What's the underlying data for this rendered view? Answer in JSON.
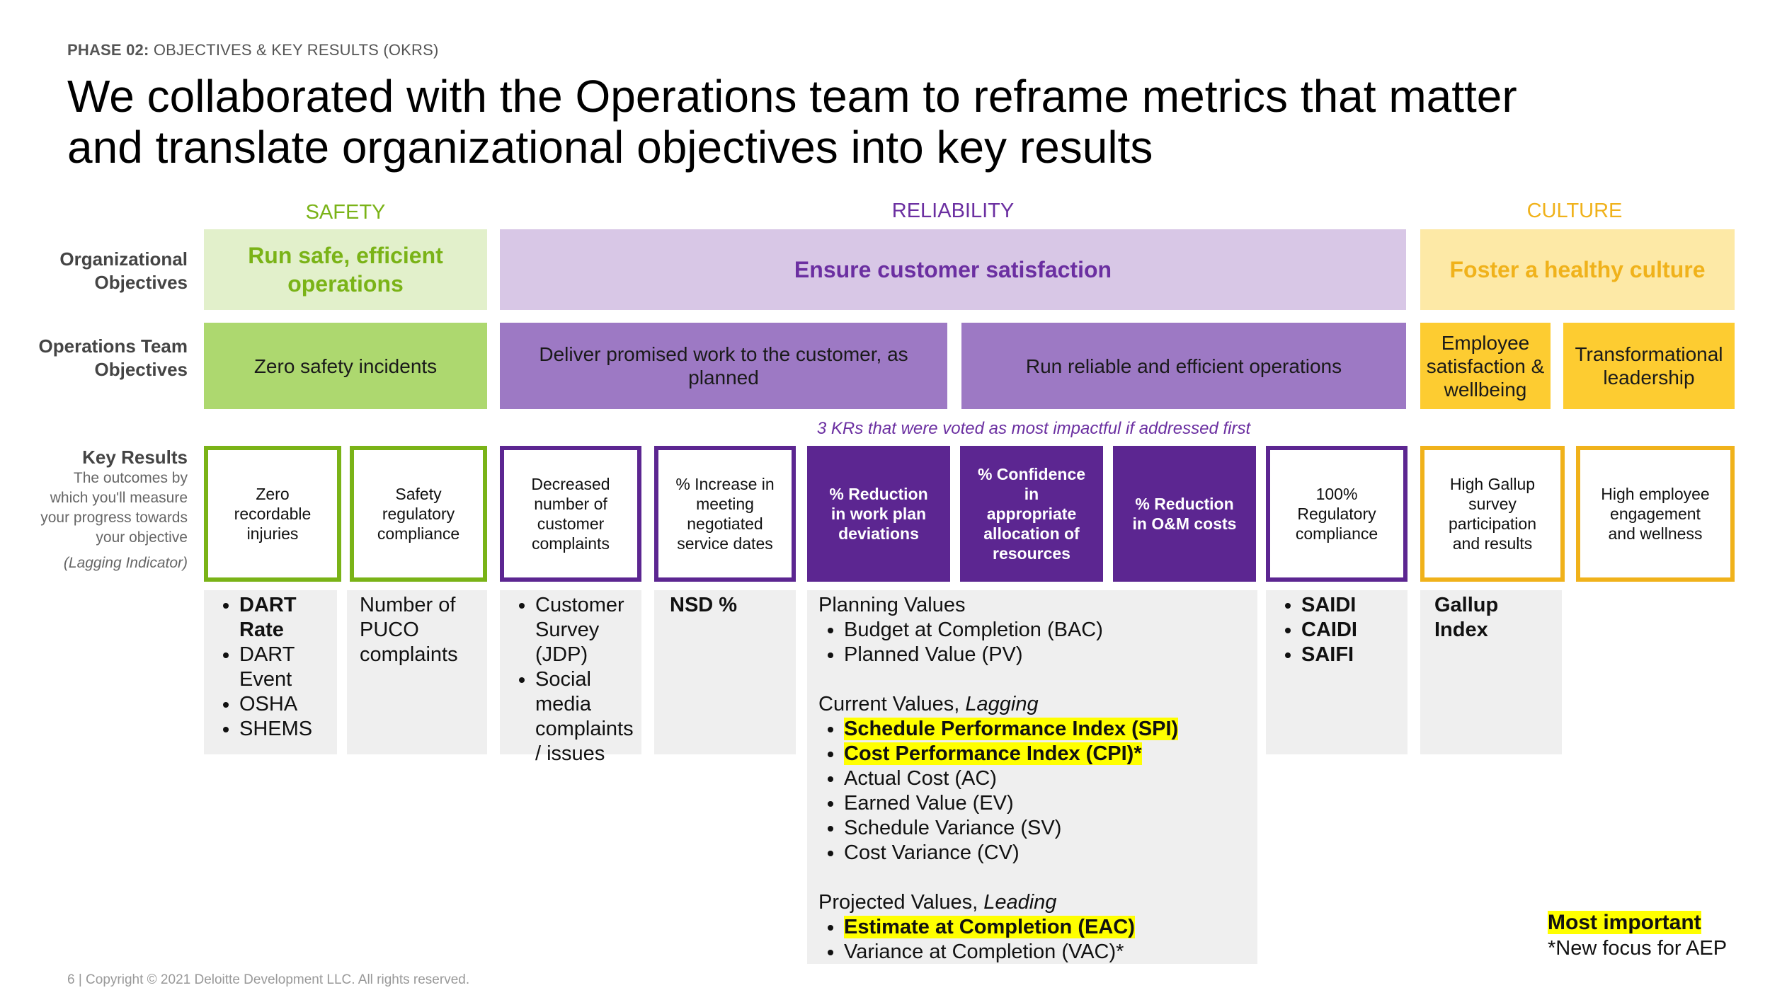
{
  "header": {
    "phase_label": "PHASE 02:",
    "phase_text": "OBJECTIVES & KEY RESULTS (OKRS)",
    "title_line1": "We collaborated with the Operations team to reframe metrics that matter",
    "title_line2": "and translate organizational objectives into key results"
  },
  "categories": {
    "safety": "SAFETY",
    "reliability": "RELIABILITY",
    "culture": "CULTURE"
  },
  "row_labels": {
    "org_line1": "Organizational",
    "org_line2": "Objectives",
    "ops_line1": "Operations Team",
    "ops_line2": "Objectives",
    "kr_title": "Key Results",
    "kr_desc_1": "The outcomes by",
    "kr_desc_2": "which you'll measure",
    "kr_desc_3": "your progress towards",
    "kr_desc_4": "your objective",
    "kr_indicator": "(Lagging Indicator)"
  },
  "org_objectives": {
    "safety_line1": "Run safe, efficient",
    "safety_line2": "operations",
    "reliability": "Ensure customer satisfaction",
    "culture": "Foster a healthy culture"
  },
  "ops_objectives": {
    "safety": "Zero safety incidents",
    "deliver_line1": "Deliver promised work to the customer, as",
    "deliver_line2": "planned",
    "run": "Run reliable and efficient operations",
    "employee_line1": "Employee",
    "employee_line2": "satisfaction &",
    "employee_line3": "wellbeing",
    "transform_line1": "Transformational",
    "transform_line2": "leadership"
  },
  "kr_note": "3 KRs that were voted as most impactful if addressed first",
  "key_results": {
    "k1": [
      "Zero",
      "recordable",
      "injuries"
    ],
    "k2": [
      "Safety",
      "regulatory",
      "compliance"
    ],
    "k3": [
      "Decreased",
      "number of",
      "customer",
      "complaints"
    ],
    "k4": [
      "% Increase in",
      "meeting",
      "negotiated",
      "service dates"
    ],
    "k5": [
      "% Reduction",
      "in work plan",
      "deviations"
    ],
    "k6": [
      "% Confidence",
      "in",
      "appropriate",
      "allocation of",
      "resources"
    ],
    "k7": [
      "% Reduction",
      "in O&M costs"
    ],
    "k8": [
      "100%",
      "Regulatory",
      "compliance"
    ],
    "k9": [
      "High Gallup",
      "survey",
      "participation",
      "and results"
    ],
    "k10": [
      "High employee",
      "engagement",
      "and wellness"
    ]
  },
  "details": {
    "d1": {
      "item1_line1": "DART",
      "item1_line2": "Rate",
      "item2_line1": "DART",
      "item2_line2": "Event",
      "item3": "OSHA",
      "item4": "SHEMS"
    },
    "d2": {
      "line1": "Number of",
      "line2": "PUCO",
      "line3": "complaints"
    },
    "d3": {
      "i1_l1": "Customer",
      "i1_l2": "Survey",
      "i1_l3": "(JDP)",
      "i2_l1": "Social",
      "i2_l2": "media",
      "i2_l3": "complaints",
      "i2_l4": "/ issues"
    },
    "d4": "NSD %",
    "d5": {
      "planning_heading": "Planning Values",
      "planning_items": [
        "Budget at Completion (BAC)",
        "Planned Value (PV)"
      ],
      "current_heading": "Current Values,",
      "current_heading_em": "Lagging",
      "current_hl_1": "Schedule Performance Index (SPI)",
      "current_hl_2": "Cost Performance Index (CPI)*",
      "current_items": [
        "Actual Cost (AC)",
        "Earned Value (EV)",
        "Schedule Variance (SV)",
        "Cost Variance (CV)"
      ],
      "projected_heading": "Projected Values,",
      "projected_heading_em": "Leading",
      "projected_hl_1": "Estimate at Completion (EAC)",
      "projected_item": "Variance at Completion (VAC)*"
    },
    "d6": [
      "SAIDI",
      "CAIDI",
      "SAIFI"
    ],
    "d7": "Gallup Index"
  },
  "legend": {
    "most_important": "Most important",
    "new_focus": "*New focus for AEP"
  },
  "footer": "6  |  Copyright © 2021 Deloitte Development LLC. All rights reserved.",
  "colors": {
    "safety_green": "#7ab317",
    "safety_light": "#e2f0cb",
    "safety_mid": "#add86f",
    "purple_dark": "#6b2fa1",
    "purple_kr": "#5c2691",
    "purple_light": "#d8c7e6",
    "purple_mid": "#9d79c4",
    "culture_gold": "#f0b21b",
    "culture_light": "#fde9a6",
    "culture_mid": "#fdcc31",
    "highlight": "#ffff00"
  }
}
